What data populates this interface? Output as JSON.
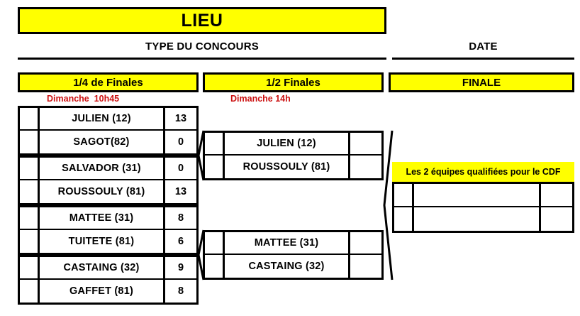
{
  "header": {
    "venue_label": "LIEU",
    "type_label": "TYPE DU CONCOURS",
    "date_label": "DATE"
  },
  "rounds": [
    {
      "id": "quarter",
      "title": "1/4 de Finales",
      "schedule": "Dimanche  10h45"
    },
    {
      "id": "semi",
      "title": "1/2 Finales",
      "schedule": "Dimanche 14h"
    },
    {
      "id": "final",
      "title": "FINALE",
      "schedule": ""
    }
  ],
  "quarter_finals": [
    {
      "seed": "",
      "team_a": "JULIEN (12)",
      "score_a": "13",
      "team_b": "SAGOT(82)",
      "score_b": "0"
    },
    {
      "seed": "",
      "team_a": "SALVADOR (31)",
      "score_a": "0",
      "team_b": "ROUSSOULY (81)",
      "score_b": "13"
    },
    {
      "seed": "",
      "team_a": "MATTEE (31)",
      "score_a": "8",
      "team_b": "TUITETE (81)",
      "score_b": "6"
    },
    {
      "seed": "",
      "team_a": "CASTAING (32)",
      "score_a": "9",
      "team_b": "GAFFET (81)",
      "score_b": "8"
    }
  ],
  "semi_finals": [
    {
      "seed": "",
      "team_a": "JULIEN (12)",
      "score_a": "",
      "team_b": "ROUSSOULY (81)",
      "score_b": ""
    },
    {
      "seed": "",
      "team_a": "MATTEE (31)",
      "score_a": "",
      "team_b": "CASTAING (32)",
      "score_b": ""
    }
  ],
  "final": {
    "banner": "Les 2 équipes qualifiées pour le CDF",
    "slots": [
      {
        "seed": "",
        "team": "",
        "score": ""
      },
      {
        "seed": "",
        "team": "",
        "score": ""
      }
    ]
  },
  "colors": {
    "highlight": "#ffff00",
    "schedule_text": "#cc1111",
    "ink": "#000000",
    "paper": "#ffffff"
  }
}
